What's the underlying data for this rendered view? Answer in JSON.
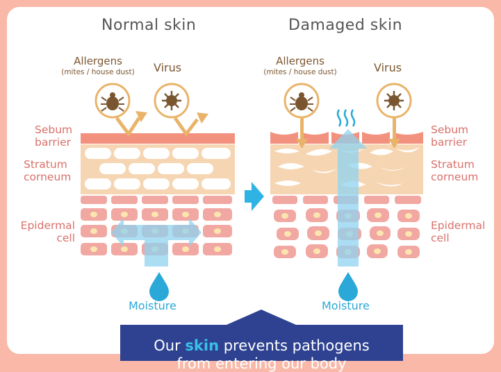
{
  "left": {
    "title": "Normal skin",
    "allergens": "Allergens",
    "allergens_sub": "(mites / house dust)",
    "virus": "Virus",
    "sebum": [
      "Sebum",
      "barrier"
    ],
    "stratum": [
      "Stratum",
      "corneum"
    ],
    "epidermal": [
      "Epidermal",
      "cell"
    ],
    "moisture": "Moisture"
  },
  "right": {
    "title": "Damaged skin",
    "allergens": "Allergens",
    "allergens_sub": "(mites / house dust)",
    "virus": "Virus",
    "sebum": [
      "Sebum",
      "barrier"
    ],
    "stratum": [
      "Stratum",
      "corneum"
    ],
    "epidermal": [
      "Epidermal",
      "cell"
    ],
    "moisture": "Moisture"
  },
  "callout": {
    "prefix": "Our ",
    "highlight": "skin",
    "suffix": " prevents pathogens",
    "line2": "from entering our body"
  },
  "colors": {
    "sebum": "#f2917e",
    "stratum": "#f6d5b2",
    "epidermal": "#f2a8a2",
    "nucleus": "#fbe6b0",
    "arrow": "#e9b36a",
    "moisture": "#8fd3f0",
    "transition_arrow": "#2fb3e4",
    "callout": "#2e4291"
  }
}
